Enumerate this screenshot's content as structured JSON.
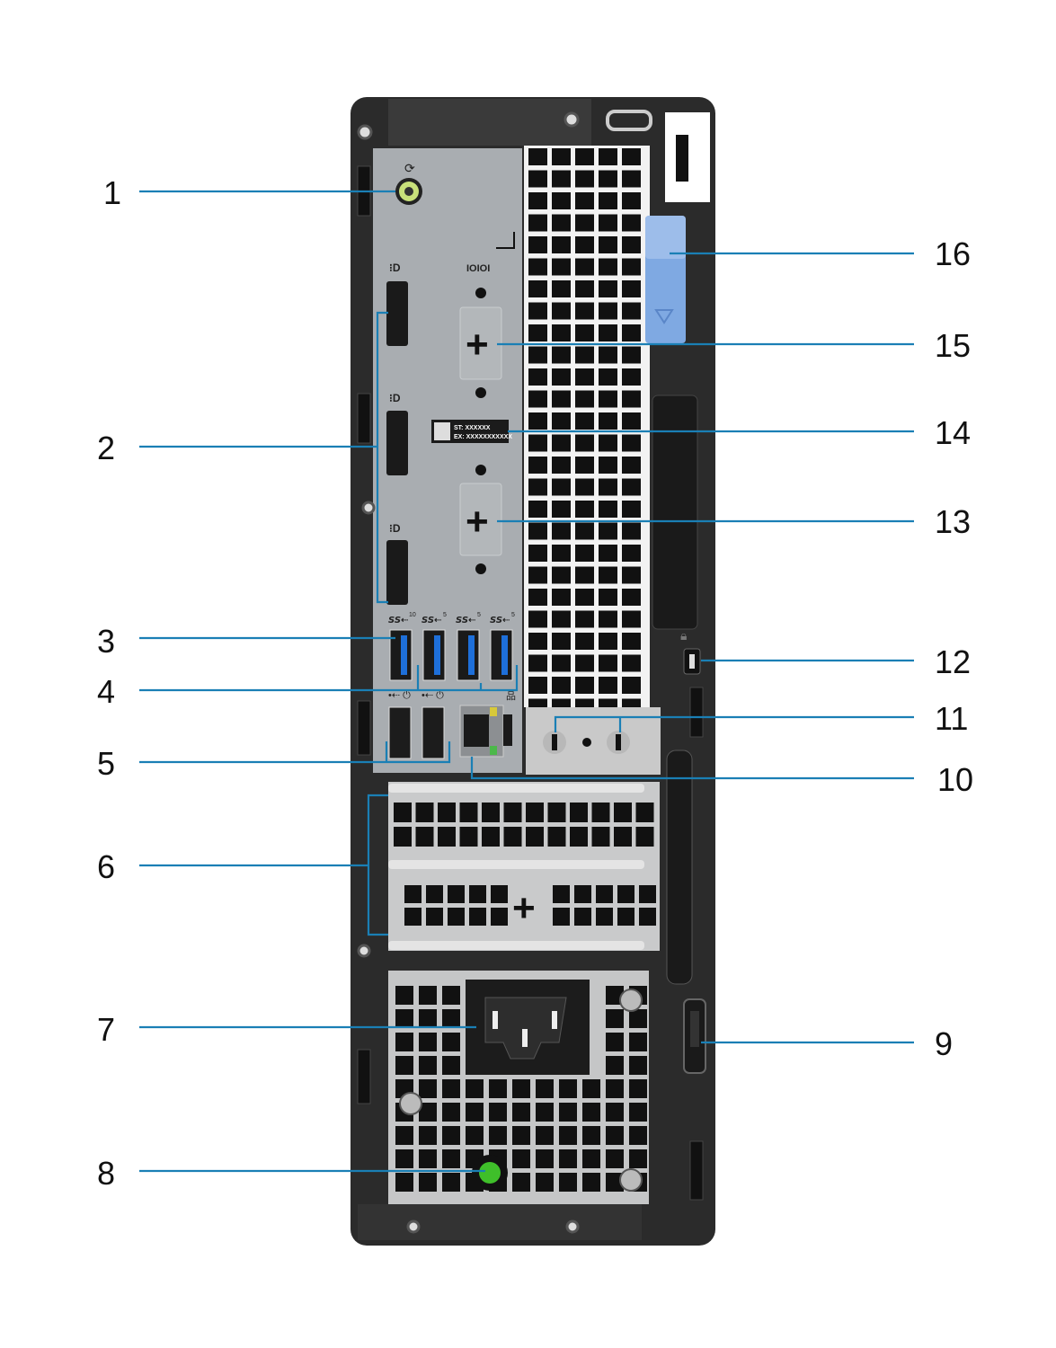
{
  "title_elements": {
    "service_tag_line": "ST: XXXXXX",
    "express_code_line": "EX: XXXXXXXXXXX",
    "serial_icon_label": "IOIOI",
    "usb_speed_labels": [
      "10",
      "5",
      "5",
      "5"
    ]
  },
  "callouts": {
    "left": [
      "1",
      "2",
      "3",
      "4",
      "5",
      "6",
      "7",
      "8"
    ],
    "right": [
      "16",
      "15",
      "14",
      "13",
      "12",
      "11",
      "10",
      "9"
    ]
  },
  "colors": {
    "callout_line": "#1a7fb5",
    "chassis": "#2b2b2b",
    "io_plate": "#a9adb1",
    "usb_blue": "#1e6fd9",
    "latch_blue": "#7fa9e2",
    "audio_green": "#c8e07a",
    "power_led_green": "#3fbf2a"
  }
}
